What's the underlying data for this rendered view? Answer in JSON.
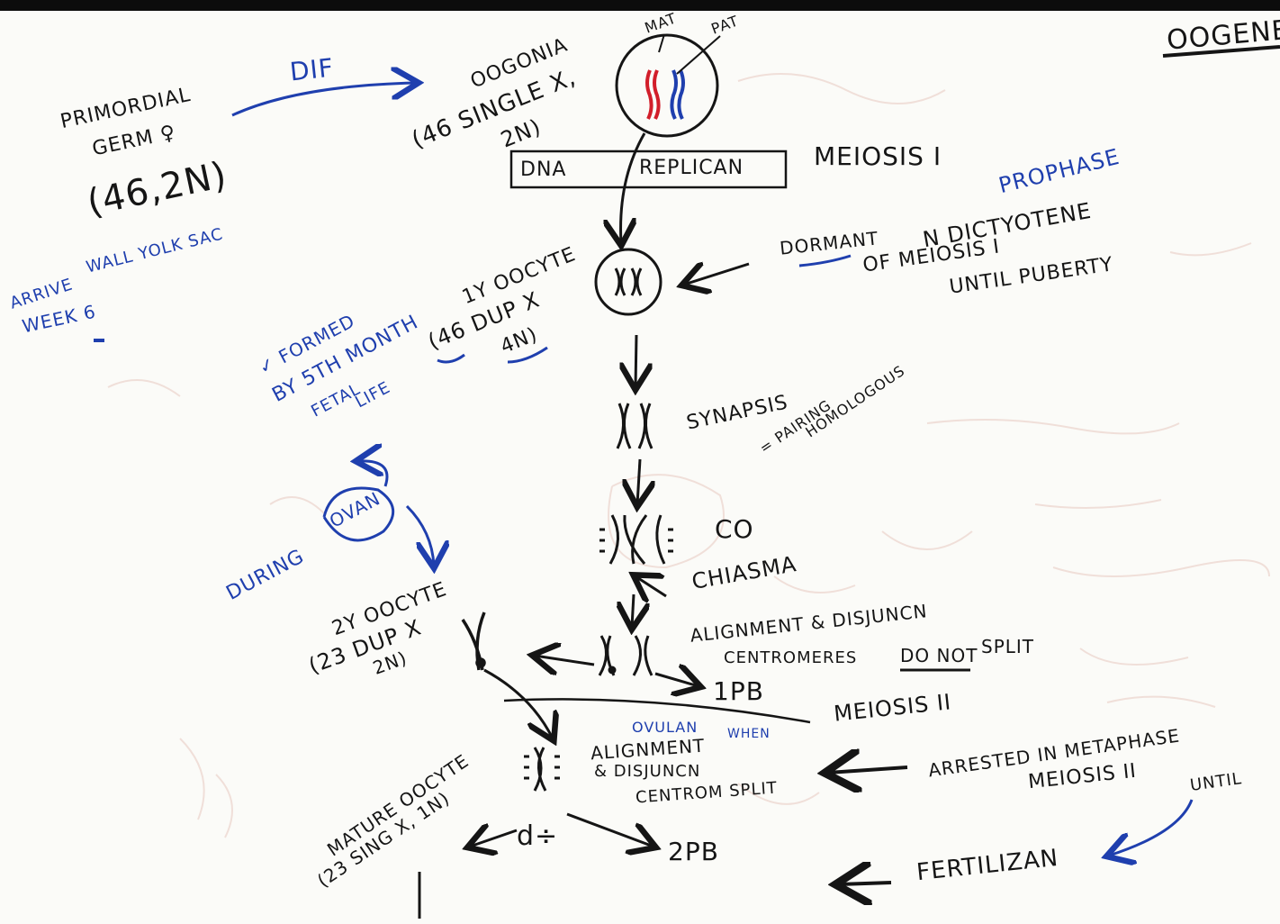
{
  "title": "OOGENES",
  "primordial": {
    "line1": "PRIMORDIAL",
    "line2": "GERM ♀",
    "line3": "(46,2N)",
    "arrive1": "ARRIVE",
    "arrive2": "WALL YOLK SAC",
    "week": "WEEK 6"
  },
  "dif": "DIF",
  "oogonia": {
    "line1": "OOGONIA",
    "line2": "(46 SINGLE X,",
    "line3": "2N)",
    "mat": "MAT",
    "pat": "PAT"
  },
  "dna_box": {
    "left": "DNA",
    "right": "REPLICAN"
  },
  "meiosis1": "MEIOSIS I",
  "prophase": "PROPHASE",
  "dormant": {
    "line1": "DORMANT",
    "line1b": "N DICTYOTENE",
    "line2": "OF MEIOSIS I",
    "line3": "UNTIL PUBERTY"
  },
  "primary_oocyte": {
    "line1": "1Y OOCYTE",
    "line2": "(46 DUP X",
    "line3": "4N)"
  },
  "formed": {
    "line1": "✓ FORMED",
    "line2": "BY 5TH MONTH",
    "line3": "FETAL",
    "line4": "LIFE"
  },
  "synapsis": {
    "line1": "SYNAPSIS",
    "line2": "= PAIRING",
    "line3": "HOMOLOGOUS"
  },
  "co": "CO",
  "chiasma": "CHIASMA",
  "during_ovan": {
    "during": "DURING",
    "ovan": "OVAN"
  },
  "secondary_oocyte": {
    "line1": "2Y OOCYTE",
    "line2": "(23 DUP X",
    "line3": "2N)"
  },
  "alignment1": {
    "line1": "ALIGNMENT & DISJUNCN",
    "line2": "CENTROMERES",
    "line2u": "DO NOT",
    "line2b": "SPLIT"
  },
  "pb1": "1PB",
  "meiosis2": "MEIOSIS II",
  "ovulan_when": {
    "ovulan": "OVULAN",
    "when": "WHEN"
  },
  "alignment2": {
    "line1": "ALIGNMENT",
    "line2": "& DISJUNCN",
    "line3": "CENTROM SPLIT"
  },
  "arrested": {
    "line1": "ARRESTED IN METAPHASE",
    "line2": "MEIOSIS II",
    "until": "UNTIL"
  },
  "mature": {
    "line1": "MATURE OOCYTE",
    "line2": "(23 SING X, 1N)"
  },
  "div_symbol": "d÷",
  "pb2": "2PB",
  "fertilizan": "FERTILIZAN",
  "colors": {
    "ink": "#151515",
    "blue": "#1f3fae",
    "red": "#d21e2a"
  },
  "faint_background": {
    "residue": "faint erased marker residue (illegible)"
  }
}
